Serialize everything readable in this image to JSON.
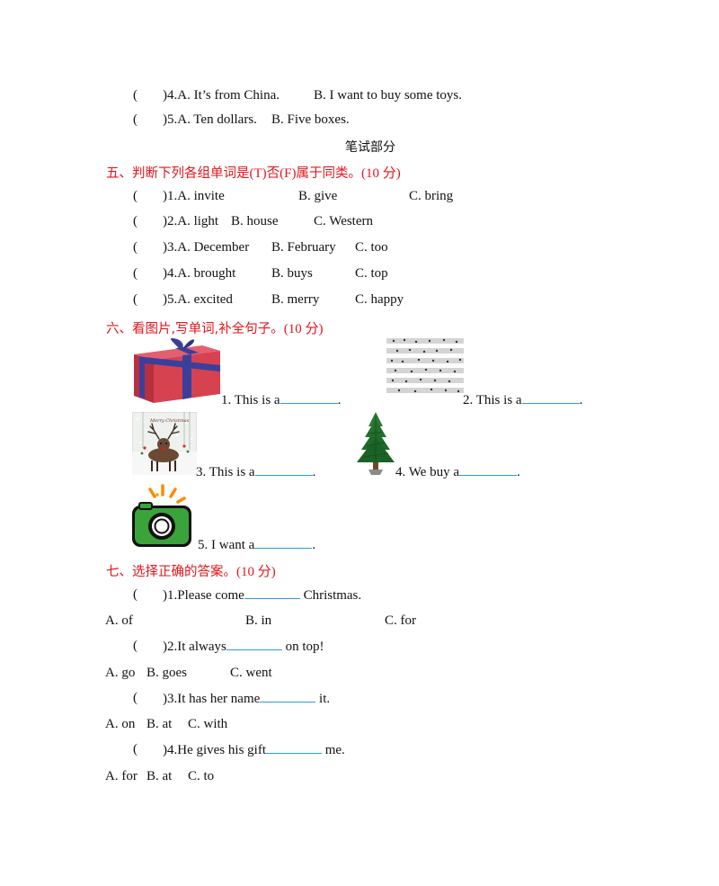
{
  "listening_tail": [
    {
      "paren": "(",
      "num": ")4.",
      "a": "A. It’s from China.",
      "b": "B. I want to buy some toys."
    },
    {
      "paren": "(",
      "num": ")5.",
      "a": "A. Ten dollars.",
      "b": "B. Five boxes."
    }
  ],
  "written_part_title": "笔试部分",
  "section5": {
    "title_zh1": "五、判断下列各组单词是",
    "title_t": "(T)",
    "title_zh2": "否",
    "title_f": "(F)",
    "title_zh3": "属于同类。",
    "title_score": "(10 分)",
    "items": [
      {
        "paren": "(",
        "num": ")1.",
        "a": "A. invite",
        "b": "B. give",
        "c": "C. bring"
      },
      {
        "paren": "(",
        "num": ")2.",
        "a": "A. light",
        "b": "B. house",
        "c": "C. Western"
      },
      {
        "paren": "(",
        "num": ")3.",
        "a": "A. December",
        "b": "B. February",
        "c": "C. too"
      },
      {
        "paren": "(",
        "num": ")4.",
        "a": "A. brought",
        "b": "B. buys",
        "c": "C. top"
      },
      {
        "paren": "(",
        "num": ")5.",
        "a": "A. excited",
        "b": "B. merry",
        "c": "C. happy"
      }
    ]
  },
  "section6": {
    "title_zh": "六、看图片,写单词,补全句子。",
    "title_score": "(10 分)",
    "items": [
      {
        "text": "1. This is a",
        "end": "."
      },
      {
        "text": "2. This is a",
        "end": "."
      },
      {
        "text": "3. This is a",
        "end": "."
      },
      {
        "text": "4. We buy a",
        "end": "."
      },
      {
        "text": "5. I want a",
        "end": "."
      }
    ],
    "card_caption": "Merry Christmas"
  },
  "section7": {
    "title_zh": "七、选择正确的答案。",
    "title_score": "(10 分)",
    "items": [
      {
        "paren": "(",
        "pre": ")1.Please come",
        "post": "Christmas.",
        "options": [
          "A. of",
          "B. in",
          "C. for"
        ]
      },
      {
        "paren": "(",
        "pre": ")2.It always",
        "post": "on top!",
        "options": [
          "A. go",
          "B. goes",
          "C. went"
        ]
      },
      {
        "paren": "(",
        "pre": ")3.It has her name",
        "post": "it.",
        "options": [
          "A. on",
          "B. at",
          "C. with"
        ]
      },
      {
        "paren": "(",
        "pre": ")4.He gives his gift",
        "post": "me.",
        "options": [
          "A. for",
          "B. at",
          "C. to"
        ]
      }
    ]
  },
  "colors": {
    "heading": "#e5141b",
    "blank_line": "#2e9ad8",
    "gift_box": "#d64250",
    "ribbon": "#3b3f9c",
    "tree": "#1f6b2a",
    "camera": "#3aa33a"
  }
}
